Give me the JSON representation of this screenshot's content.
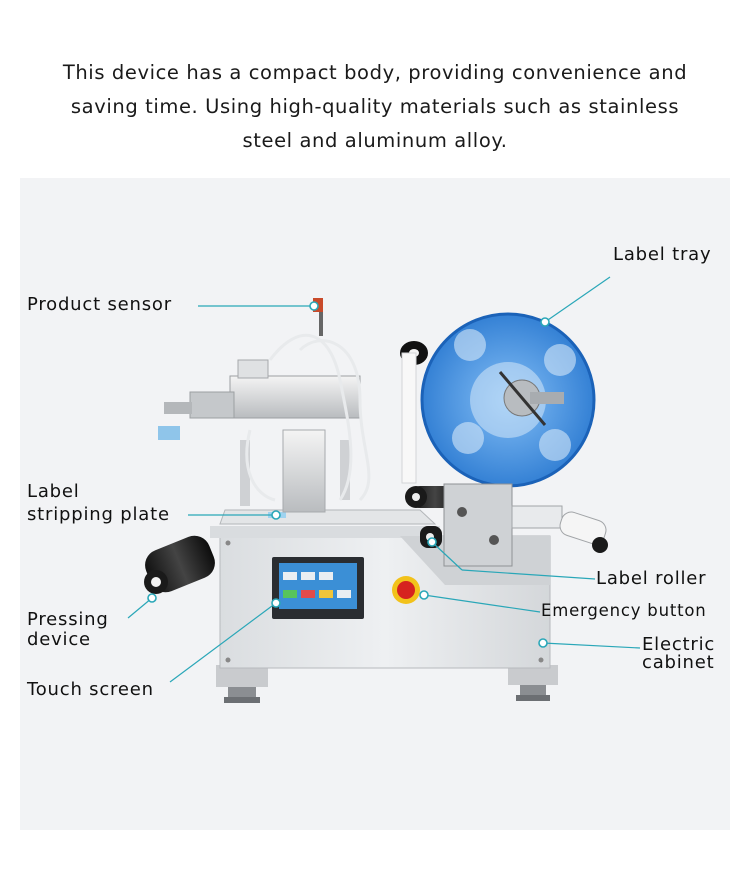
{
  "intro": {
    "line1": "This device has a compact body, providing convenience and",
    "line2": "saving time. Using high-quality materials such as stainless",
    "line3": "steel and aluminum alloy."
  },
  "callouts": {
    "label_tray": "Label tray",
    "product_sensor": "Product sensor",
    "stripping_plate_line1": "Label",
    "stripping_plate_line2": "stripping plate",
    "label_roller": "Label roller",
    "pressing_device_line1": "Pressing",
    "pressing_device_line2": "device",
    "emergency_button": "Emergency button",
    "electric_cabinet_line1": "Electric",
    "electric_cabinet_line2": "cabinet",
    "touch_screen": "Touch screen"
  },
  "colors": {
    "callout_line": "#2aa7b8",
    "tray_blue": "#3d8fe0",
    "cabinet": "#e6e8ea",
    "panel_bg": "#f2f3f5",
    "estop_red": "#d6221f"
  }
}
